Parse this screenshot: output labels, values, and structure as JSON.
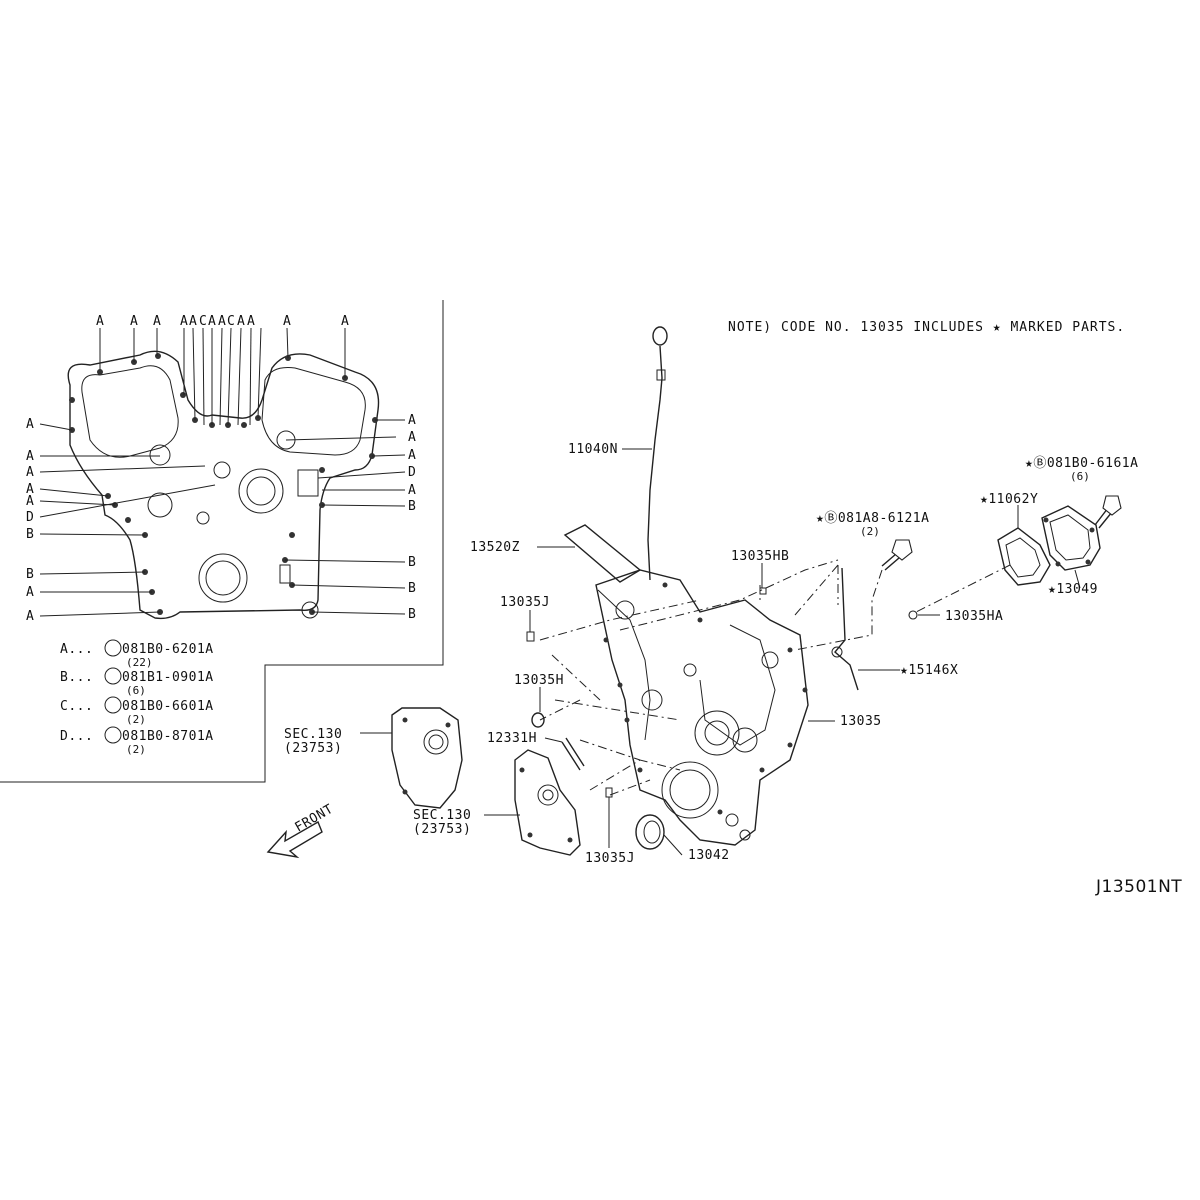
{
  "diagram_code": "J13501NT",
  "note": "NOTE) CODE NO. 13035 INCLUDES ★ MARKED PARTS.",
  "inset": {
    "top_labels": [
      "A",
      "A",
      "A",
      "A",
      "A",
      "C",
      "A",
      "A",
      "C",
      "A",
      "A",
      "A",
      "A"
    ],
    "left_labels": [
      "A",
      "A",
      "A",
      "A",
      "A",
      "D",
      "B",
      "B",
      "A",
      "A"
    ],
    "right_labels": [
      "A",
      "A",
      "A",
      "D",
      "A",
      "B",
      "B",
      "B",
      "B"
    ],
    "legend": [
      {
        "key": "A...",
        "code": "081B0-6201A",
        "qty": "(22)"
      },
      {
        "key": "B...",
        "code": "081B1-0901A",
        "qty": "(6)"
      },
      {
        "key": "C...",
        "code": "081B0-6601A",
        "qty": "(2)"
      },
      {
        "key": "D...",
        "code": "081B0-8701A",
        "qty": "(2)"
      }
    ]
  },
  "parts": {
    "p11040N": "11040N",
    "p13520Z": "13520Z",
    "p13035HB": "13035HB",
    "p13035J_upper": "13035J",
    "p13035H": "13035H",
    "p12331H": "12331H",
    "p13035J_lower": "13035J",
    "p13042": "13042",
    "p13035": "13035",
    "p15146X": "★15146X",
    "p13035HA": "13035HA",
    "p13049": "★13049",
    "p11062Y": "★11062Y",
    "bolt_081A8": {
      "code": "★Ⓑ081A8-6121A",
      "qty": "(2)"
    },
    "bolt_081B0": {
      "code": "★Ⓑ081B0-6161A",
      "qty": "(6)"
    },
    "sec_upper": {
      "code": "SEC.130",
      "ref": "(23753)"
    },
    "sec_lower": {
      "code": "SEC.130",
      "ref": "(23753)"
    },
    "front": "FRONT"
  }
}
